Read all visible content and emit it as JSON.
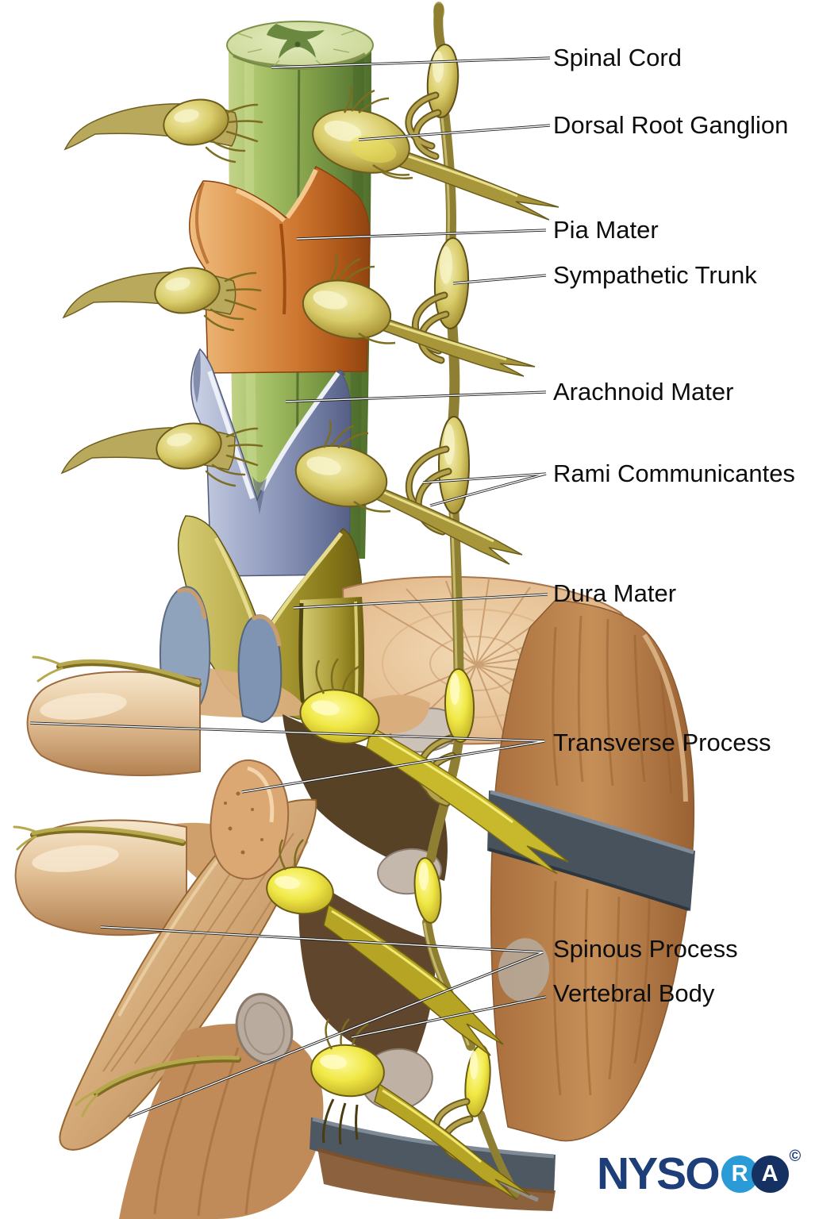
{
  "labels": [
    {
      "id": "spinal-cord",
      "text": "Spinal Cord"
    },
    {
      "id": "dorsal-root-ganglion",
      "text": "Dorsal Root Ganglion"
    },
    {
      "id": "pia-mater",
      "text": "Pia Mater"
    },
    {
      "id": "sympathetic-trunk",
      "text": "Sympathetic Trunk"
    },
    {
      "id": "arachnoid-mater",
      "text": "Arachnoid Mater"
    },
    {
      "id": "rami-communicantes",
      "text": "Rami Communicantes"
    },
    {
      "id": "dura-mater",
      "text": "Dura Mater"
    },
    {
      "id": "transverse-process",
      "text": "Transverse Process"
    },
    {
      "id": "spinous-process",
      "text": "Spinous Process"
    },
    {
      "id": "vertebral-body",
      "text": "Vertebral Body"
    }
  ],
  "illustration": {
    "parts": [
      {
        "name": "spinal-cord",
        "color": "#8fb050"
      },
      {
        "name": "pia-mater",
        "color": "#d07c35"
      },
      {
        "name": "arachnoid-mater",
        "color": "#8b95b8"
      },
      {
        "name": "dura-mater",
        "color": "#a89a38"
      },
      {
        "name": "nerves-and-ganglia",
        "color": "#d6c63e"
      },
      {
        "name": "bone",
        "color": "#d4a473"
      },
      {
        "name": "intervertebral-disc",
        "color": "#4a5560"
      }
    ]
  },
  "logo": {
    "wordmark": "NYSO",
    "badge_r": "R",
    "badge_a": "A",
    "copyright": "©",
    "navy": "#1d3e78",
    "light_blue": "#2b9bd8",
    "dark_navy": "#153162"
  }
}
